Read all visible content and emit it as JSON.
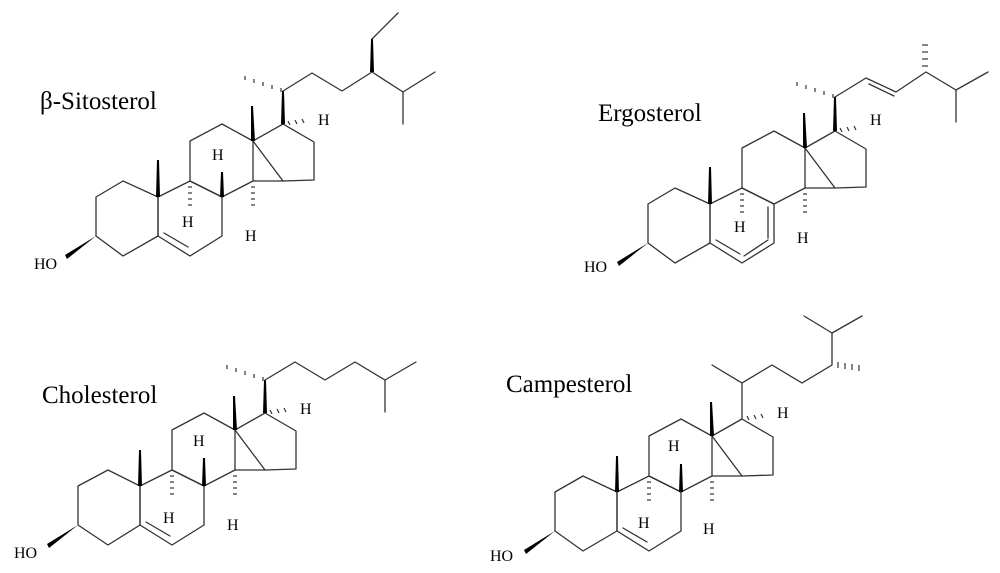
{
  "molecules": [
    {
      "name": "β-Sitosterol",
      "hydroxyl": "HO",
      "hydrogen": "H"
    },
    {
      "name": "Ergosterol",
      "hydroxyl": "HO",
      "hydrogen": "H"
    },
    {
      "name": "Cholesterol",
      "hydroxyl": "HO",
      "hydrogen": "H"
    },
    {
      "name": "Campesterol",
      "hydroxyl": "HO",
      "hydrogen": "H"
    }
  ]
}
